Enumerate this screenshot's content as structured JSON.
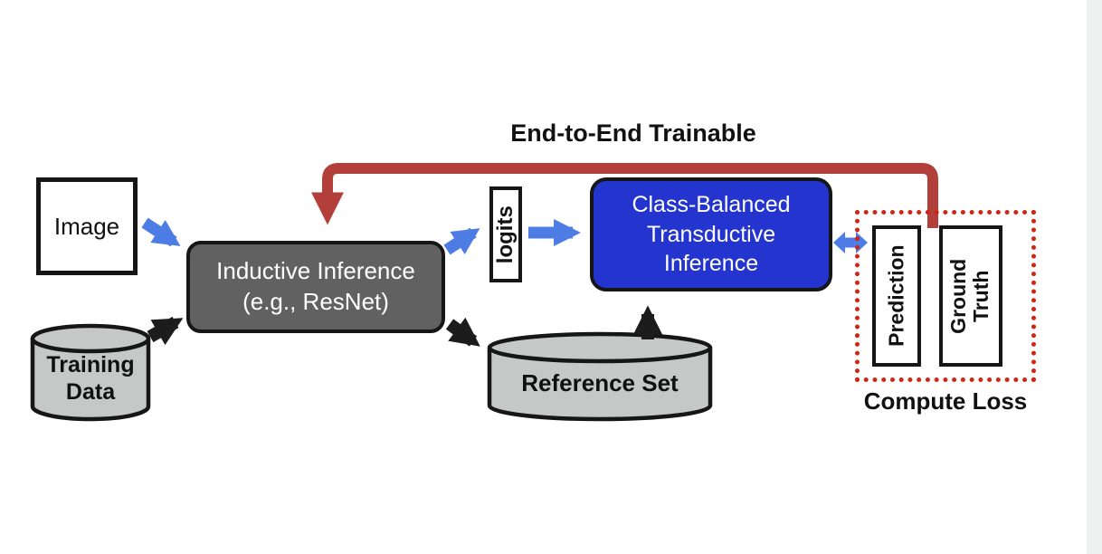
{
  "diagram": {
    "title": "End-to-End Trainable",
    "nodes": {
      "image": {
        "label": "Image"
      },
      "training_data": {
        "label_line1": "Training",
        "label_line2": "Data"
      },
      "inductive": {
        "label_line1": "Inductive Inference",
        "label_line2": "(e.g., ResNet)"
      },
      "logits": {
        "label": "logits"
      },
      "transductive": {
        "label_line1": "Class-Balanced",
        "label_line2": "Transductive",
        "label_line3": "Inference"
      },
      "reference_set": {
        "label": "Reference Set"
      },
      "prediction": {
        "label": "Prediction"
      },
      "ground_truth": {
        "label_line1": "Ground",
        "label_line2": "Truth"
      },
      "compute_loss": {
        "label": "Compute Loss"
      }
    },
    "colors": {
      "blue_box": "#2434cf",
      "gray_box": "#616161",
      "cylinder": "#c6c8c7",
      "arrow_blue": "#4d7de4",
      "arrow_black": "#1c1c1c",
      "arrow_red": "#b33f3a",
      "dotted_border": "#d02516"
    }
  }
}
